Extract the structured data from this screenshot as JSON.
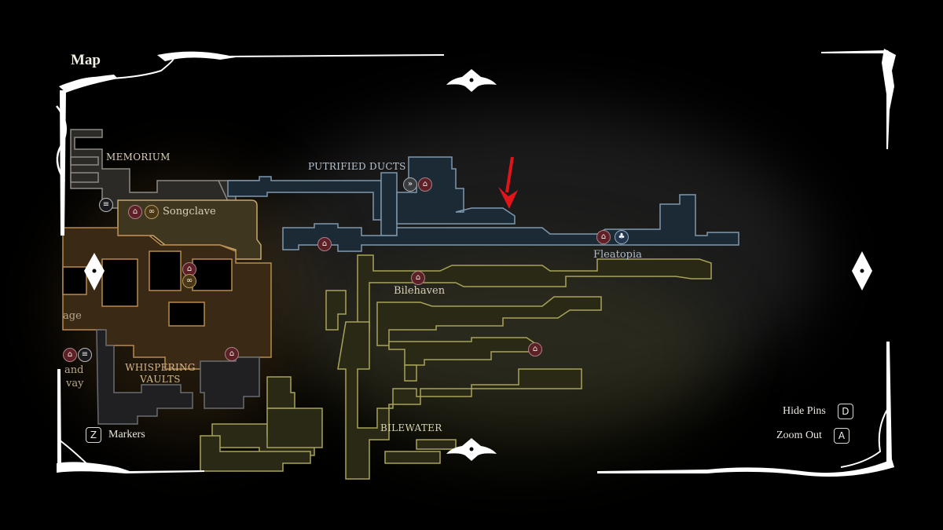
{
  "screen": {
    "title": "Map",
    "colors": {
      "background": "#000000",
      "frame": "#ffffff",
      "memorium_outline": "#8d8a82",
      "songclave_outline": "#c9a76a",
      "vaults_outline": "#b98a4e",
      "ducts_outline": "#7f98ad",
      "bilewater_outline": "#a8a35a",
      "passage_outline": "#6b6c70",
      "arrow": "#e0141b"
    }
  },
  "areas": [
    {
      "id": "memorium",
      "label": "MEMORIUM",
      "style": "caps"
    },
    {
      "id": "putrified-ducts",
      "label": "PUTRIFIED DUCTS",
      "style": "caps"
    },
    {
      "id": "whispering-vaults",
      "label_line1": "WHISPERING",
      "label_line2": "VAULTS",
      "style": "caps"
    },
    {
      "id": "bilewater",
      "label": "BILEWATER",
      "style": "caps"
    }
  ],
  "places": [
    {
      "id": "songclave",
      "label": "Songclave"
    },
    {
      "id": "fleatopia",
      "label": "Fleatopia"
    },
    {
      "id": "bilehaven",
      "label": "Bilehaven"
    },
    {
      "id": "partial-left-1",
      "label": "age"
    },
    {
      "id": "partial-left-2",
      "label": "and"
    },
    {
      "id": "partial-left-3",
      "label": "vay"
    }
  ],
  "pins": [
    {
      "id": "lift-memorium",
      "type": "lift",
      "icon": "lift-icon",
      "glyph": "≡"
    },
    {
      "id": "bench-songclave",
      "type": "bench",
      "icon": "bench-icon",
      "glyph": "⌂"
    },
    {
      "id": "vendor-songclave",
      "type": "vendor",
      "icon": "vendor-icon",
      "glyph": "∞"
    },
    {
      "id": "bench-vaults-upper",
      "type": "bench",
      "icon": "bench-icon",
      "glyph": "⌂"
    },
    {
      "id": "vendor-vaults",
      "type": "vendor",
      "icon": "vendor-icon",
      "glyph": "∞"
    },
    {
      "id": "bench-vaults-right",
      "type": "bench",
      "icon": "bench-icon",
      "glyph": "⌂"
    },
    {
      "id": "bench-left-edge",
      "type": "bench",
      "icon": "bench-icon",
      "glyph": "⌂"
    },
    {
      "id": "lift-left-edge",
      "type": "lift",
      "icon": "lift-icon",
      "glyph": "≡"
    },
    {
      "id": "fast-travel-ducts",
      "type": "fast",
      "icon": "fast-travel-icon",
      "glyph": "»"
    },
    {
      "id": "bench-ducts-upper",
      "type": "bench",
      "icon": "bench-icon",
      "glyph": "⌂"
    },
    {
      "id": "bench-ducts-lower",
      "type": "bench",
      "icon": "bench-icon",
      "glyph": "⌂"
    },
    {
      "id": "bench-fleatopia",
      "type": "bench",
      "icon": "bench-icon",
      "glyph": "⌂"
    },
    {
      "id": "flea-fleatopia",
      "type": "flea",
      "icon": "flea-icon",
      "glyph": "♣"
    },
    {
      "id": "bench-bilehaven",
      "type": "bench",
      "icon": "bench-icon",
      "glyph": "⌂"
    },
    {
      "id": "bench-bilewater-east",
      "type": "bench",
      "icon": "bench-icon",
      "glyph": "⌂"
    }
  ],
  "hints": {
    "markers": {
      "key": "Z",
      "label": "Markers"
    },
    "hide_pins": {
      "key": "D",
      "label": "Hide Pins"
    },
    "zoom_out": {
      "key": "A",
      "label": "Zoom Out"
    }
  },
  "annotation": {
    "type": "arrow",
    "direction": "down",
    "target": "putrified-ducts-east-ledge"
  }
}
